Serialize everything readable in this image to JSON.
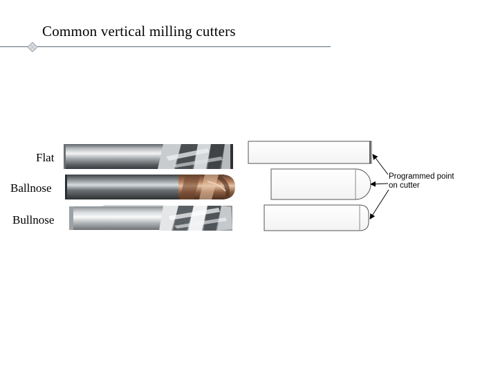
{
  "slide": {
    "title": "Common vertical milling cutters"
  },
  "cutters": [
    {
      "label": "Flat"
    },
    {
      "label": "Ballnose"
    },
    {
      "label": "Bullnose"
    }
  ],
  "callout": {
    "line1": "Programmed point",
    "line2": "on cutter"
  },
  "colors": {
    "rule": "#5b6a78",
    "shank_steel": "#8f9498",
    "ballnose_coating": "#9a6a4a"
  }
}
